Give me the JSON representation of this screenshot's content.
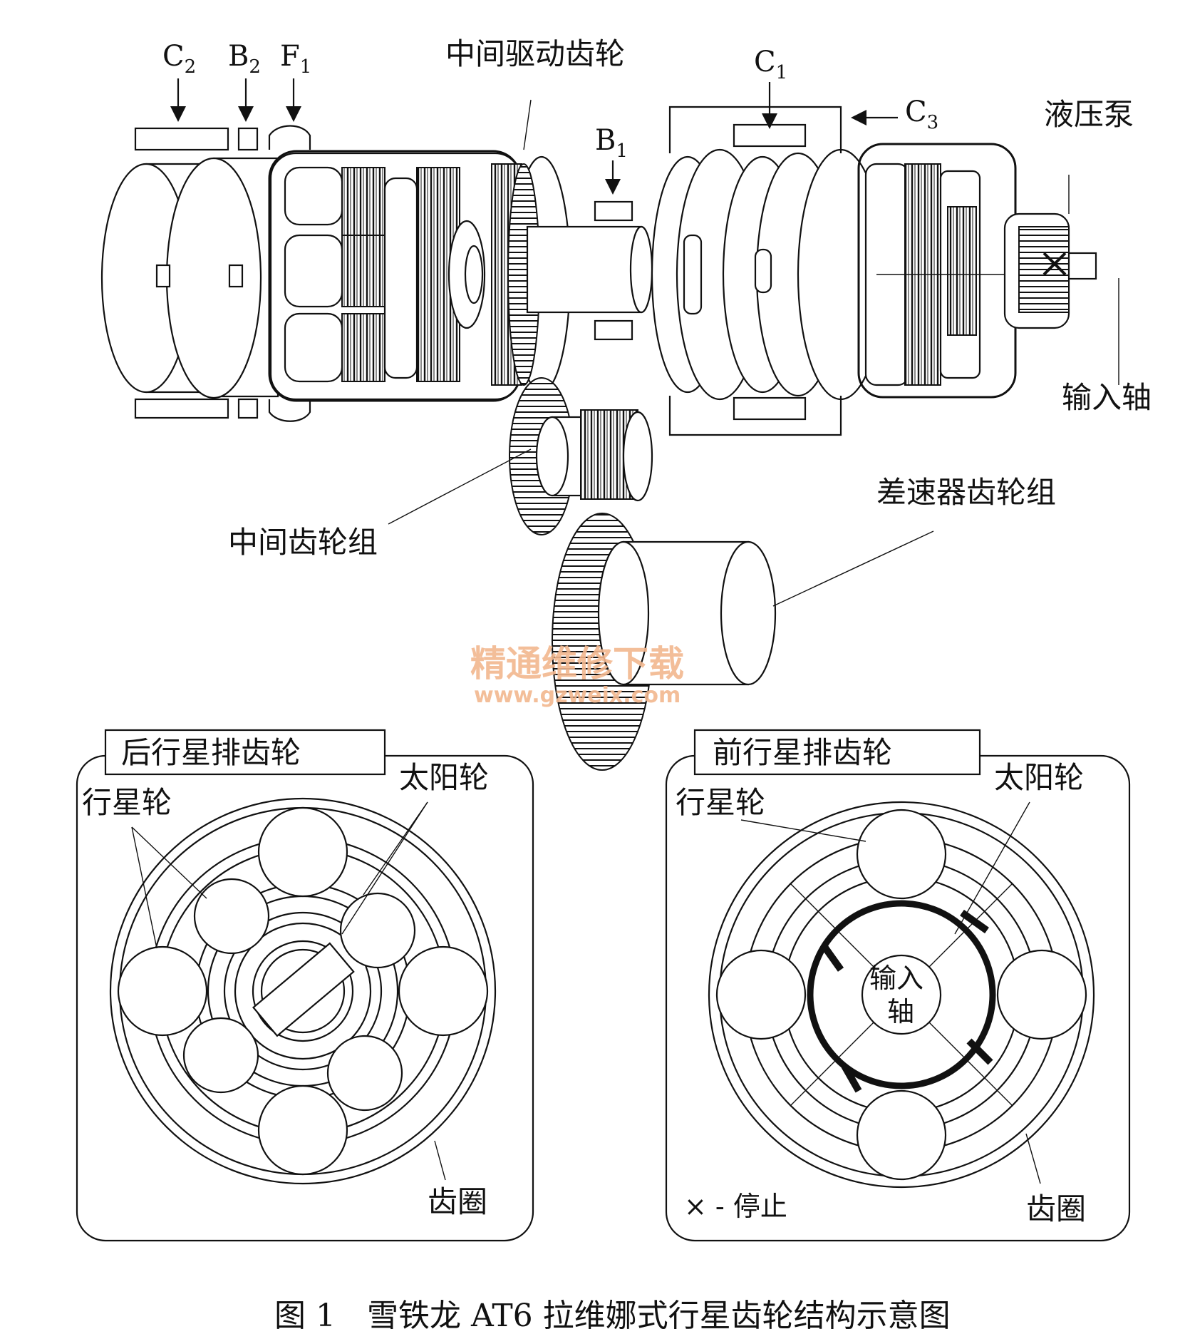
{
  "labels": {
    "c2": "C",
    "c2_sub": "2",
    "b2": "B",
    "b2_sub": "2",
    "f1": "F",
    "f1_sub": "1",
    "mid_drive_gear": "中间驱动齿轮",
    "b1": "B",
    "b1_sub": "1",
    "c1": "C",
    "c1_sub": "1",
    "c3": "C",
    "c3_sub": "3",
    "hydraulic_pump": "液压泵",
    "input_shaft": "输入轴",
    "differential_gear_set": "差速器齿轮组",
    "intermediate_gear_set": "中间齿轮组"
  },
  "watermark": {
    "line1": "精通维修下载",
    "line2": "www.gzweix.com"
  },
  "panel_rear": {
    "title": "后行星排齿轮",
    "sun_gear": "太阳轮",
    "planet_gear": "行星轮",
    "ring_gear": "齿圈"
  },
  "panel_front": {
    "title": "前行星排齿轮",
    "sun_gear": "太阳轮",
    "planet_gear": "行星轮",
    "input_shaft_line1": "输入",
    "input_shaft_line2": "轴",
    "ring_gear": "齿圈",
    "legend": "× - 停止"
  },
  "caption": "图 1　雪铁龙 AT6 拉维娜式行星齿轮结构示意图"
}
